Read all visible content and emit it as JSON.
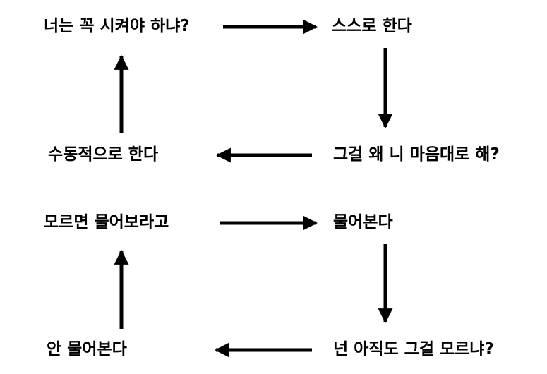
{
  "colors": {
    "background": "#ffffff",
    "text": "#000000",
    "arrow": "#000000"
  },
  "cycle_top": {
    "top_left": "너는 꼭 시켜야 하냐?",
    "top_right": "스스로 한다",
    "bottom_right": "그걸 왜 니 마음대로 해?",
    "bottom_left": "수동적으로 한다"
  },
  "cycle_bottom": {
    "top_left": "모르면 물어보라고",
    "top_right": "물어본다",
    "bottom_right": "넌 아직도 그걸 모르냐?",
    "bottom_left": "안 물어본다"
  }
}
